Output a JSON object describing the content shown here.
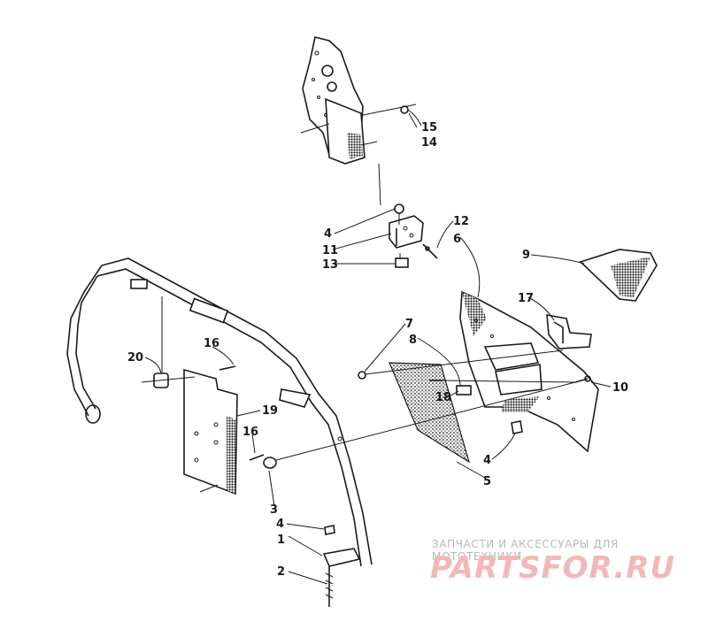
{
  "callouts": {
    "c1": "1",
    "c2": "2",
    "c3": "3",
    "c4a": "4",
    "c4b": "4",
    "c4c": "4",
    "c5": "5",
    "c6": "6",
    "c7": "7",
    "c8": "8",
    "c9": "9",
    "c10": "10",
    "c11": "11",
    "c12": "12",
    "c13": "13",
    "c14": "14",
    "c15": "15",
    "c16a": "16",
    "c16b": "16",
    "c17": "17",
    "c18": "18",
    "c19": "19",
    "c20": "20"
  },
  "watermark": {
    "caption": "ЗАПЧАСТИ И АКСЕССУАРЫ ДЛЯ МОТОТЕХНИКИ",
    "logo": "PARTSFOR.RU"
  },
  "colors": {
    "ink": "#1a1a1a",
    "watermark_caption": "#b8b8b8",
    "watermark_logo": "#f2b8b8"
  }
}
